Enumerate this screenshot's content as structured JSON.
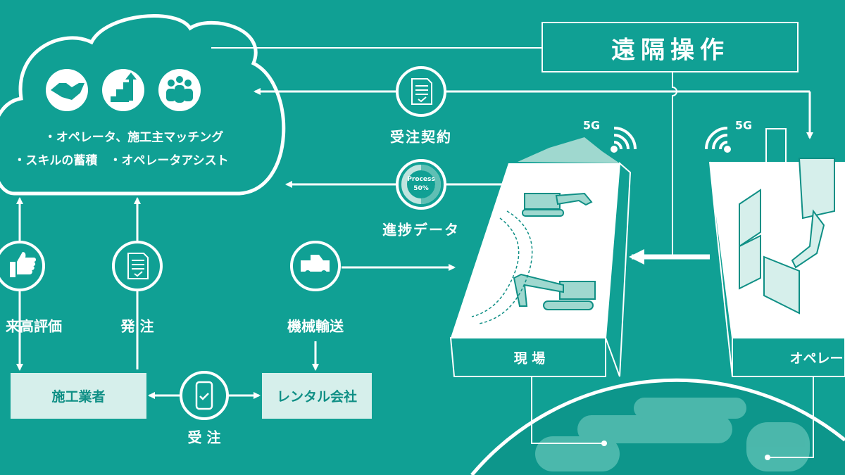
{
  "colors": {
    "background": "#10a094",
    "line": "#ffffff",
    "box_fill": "#d6efeb",
    "accent_dark": "#0f8f85",
    "illustration_fill": "#9fd8cf"
  },
  "remote": {
    "title": "遠隔操作"
  },
  "cloud": {
    "icons": [
      "handshake-icon",
      "growth-chart-icon",
      "people-icon"
    ],
    "lines": [
      "・オペレータ、施工主マッチング",
      "・スキルの蓄積　・オペレータアシスト"
    ]
  },
  "contract": {
    "label": "受注契約",
    "icon": "document-check-icon"
  },
  "progress": {
    "label": "進捗データ",
    "ring_text": "Process",
    "percent_text": "50%",
    "percent": 50
  },
  "left": {
    "evaluation": {
      "label": "来高評価",
      "icon": "thumbs-up-icon"
    },
    "order": {
      "label": "発 注",
      "icon": "document-check-icon"
    },
    "transport": {
      "label": "機械輸送",
      "icon": "truck-icon"
    },
    "contractor": "施工業者",
    "rental": "レンタル会社",
    "receive": {
      "label": "受 注",
      "icon": "smartphone-check-icon"
    }
  },
  "site": {
    "label": "現 場",
    "signal": "5G"
  },
  "operator": {
    "label": "オペレータ",
    "signal": "5G"
  }
}
